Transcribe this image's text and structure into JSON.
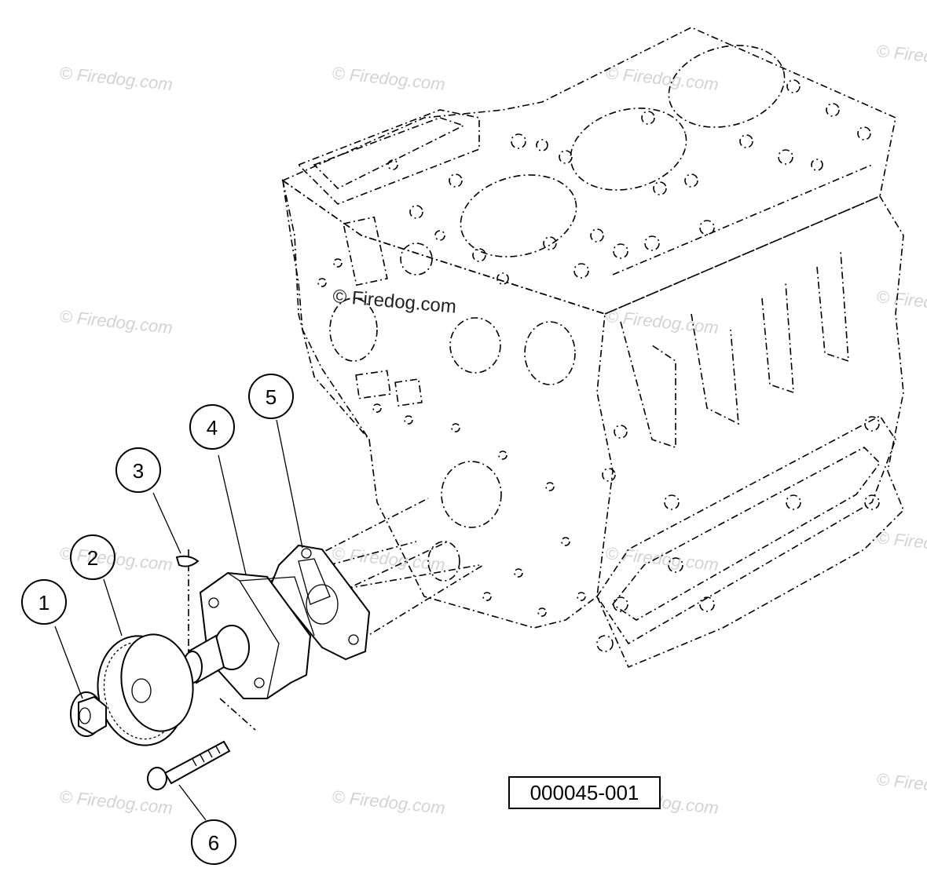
{
  "watermark": {
    "text": "© Firedog.com",
    "center_text": "© Firedog.com"
  },
  "callouts": [
    {
      "num": "1"
    },
    {
      "num": "2"
    },
    {
      "num": "3"
    },
    {
      "num": "4"
    },
    {
      "num": "5"
    },
    {
      "num": "6"
    }
  ],
  "reference_code": "000045-001"
}
